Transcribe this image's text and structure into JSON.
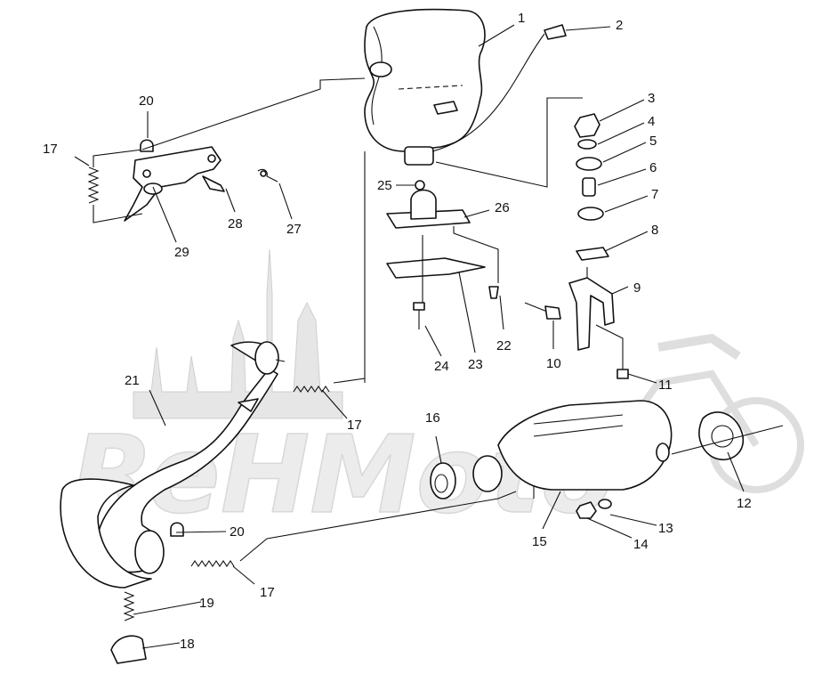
{
  "watermark": {
    "text": "ReHMoto"
  },
  "parts": [
    {
      "id": "1",
      "label": "1"
    },
    {
      "id": "2",
      "label": "2"
    },
    {
      "id": "3",
      "label": "3"
    },
    {
      "id": "4",
      "label": "4"
    },
    {
      "id": "5",
      "label": "5"
    },
    {
      "id": "6",
      "label": "6"
    },
    {
      "id": "7",
      "label": "7"
    },
    {
      "id": "8",
      "label": "8"
    },
    {
      "id": "9",
      "label": "9"
    },
    {
      "id": "10",
      "label": "10"
    },
    {
      "id": "11",
      "label": "11"
    },
    {
      "id": "12",
      "label": "12"
    },
    {
      "id": "13",
      "label": "13"
    },
    {
      "id": "14",
      "label": "14"
    },
    {
      "id": "15",
      "label": "15"
    },
    {
      "id": "16",
      "label": "16"
    },
    {
      "id": "17a",
      "label": "17"
    },
    {
      "id": "17b",
      "label": "17"
    },
    {
      "id": "17c",
      "label": "17"
    },
    {
      "id": "18",
      "label": "18"
    },
    {
      "id": "19",
      "label": "19"
    },
    {
      "id": "20a",
      "label": "20"
    },
    {
      "id": "20b",
      "label": "20"
    },
    {
      "id": "21",
      "label": "21"
    },
    {
      "id": "22",
      "label": "22"
    },
    {
      "id": "23",
      "label": "23"
    },
    {
      "id": "24",
      "label": "24"
    },
    {
      "id": "25",
      "label": "25"
    },
    {
      "id": "26",
      "label": "26"
    },
    {
      "id": "27",
      "label": "27"
    },
    {
      "id": "28",
      "label": "28"
    },
    {
      "id": "29",
      "label": "29"
    }
  ]
}
